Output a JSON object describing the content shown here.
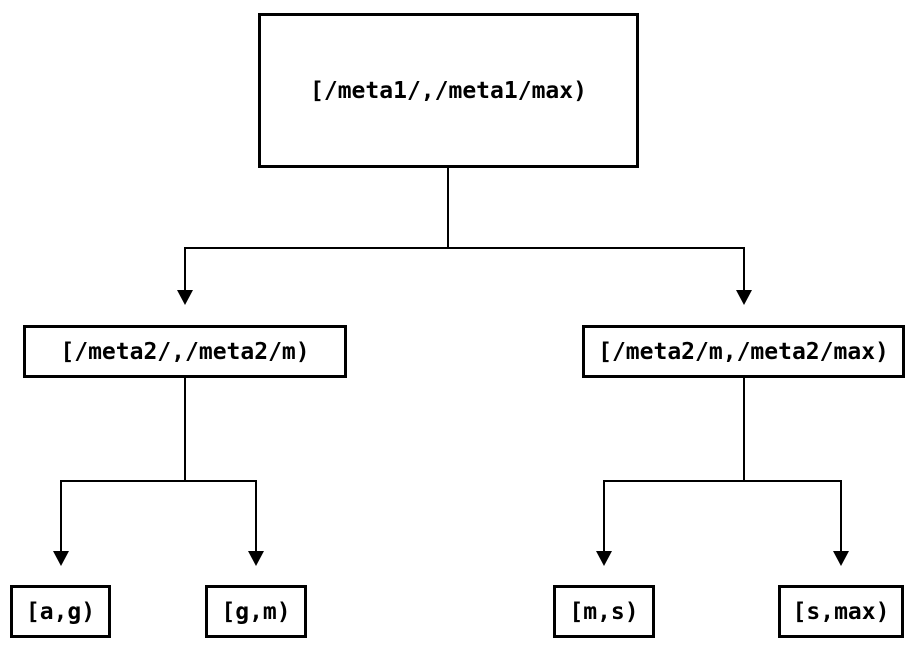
{
  "diagram": {
    "kind": "interval-partition-tree",
    "colors": {
      "background": "#ffffff",
      "line": "#000000",
      "text": "#000000"
    },
    "nodes": {
      "root": {
        "label": "[/meta1/,/meta1/max)"
      },
      "meta2_low": {
        "label": "[/meta2/,/meta2/m)"
      },
      "meta2_high": {
        "label": "[/meta2/m,/meta2/max)"
      },
      "leaf_ag": {
        "label": "[a,g)"
      },
      "leaf_gm": {
        "label": "[g,m)"
      },
      "leaf_ms": {
        "label": "[m,s)"
      },
      "leaf_smax": {
        "label": "[s,max)"
      }
    },
    "edges": [
      {
        "from": "root",
        "to": "meta2_low"
      },
      {
        "from": "root",
        "to": "meta2_high"
      },
      {
        "from": "meta2_low",
        "to": "leaf_ag"
      },
      {
        "from": "meta2_low",
        "to": "leaf_gm"
      },
      {
        "from": "meta2_high",
        "to": "leaf_ms"
      },
      {
        "from": "meta2_high",
        "to": "leaf_smax"
      }
    ]
  }
}
